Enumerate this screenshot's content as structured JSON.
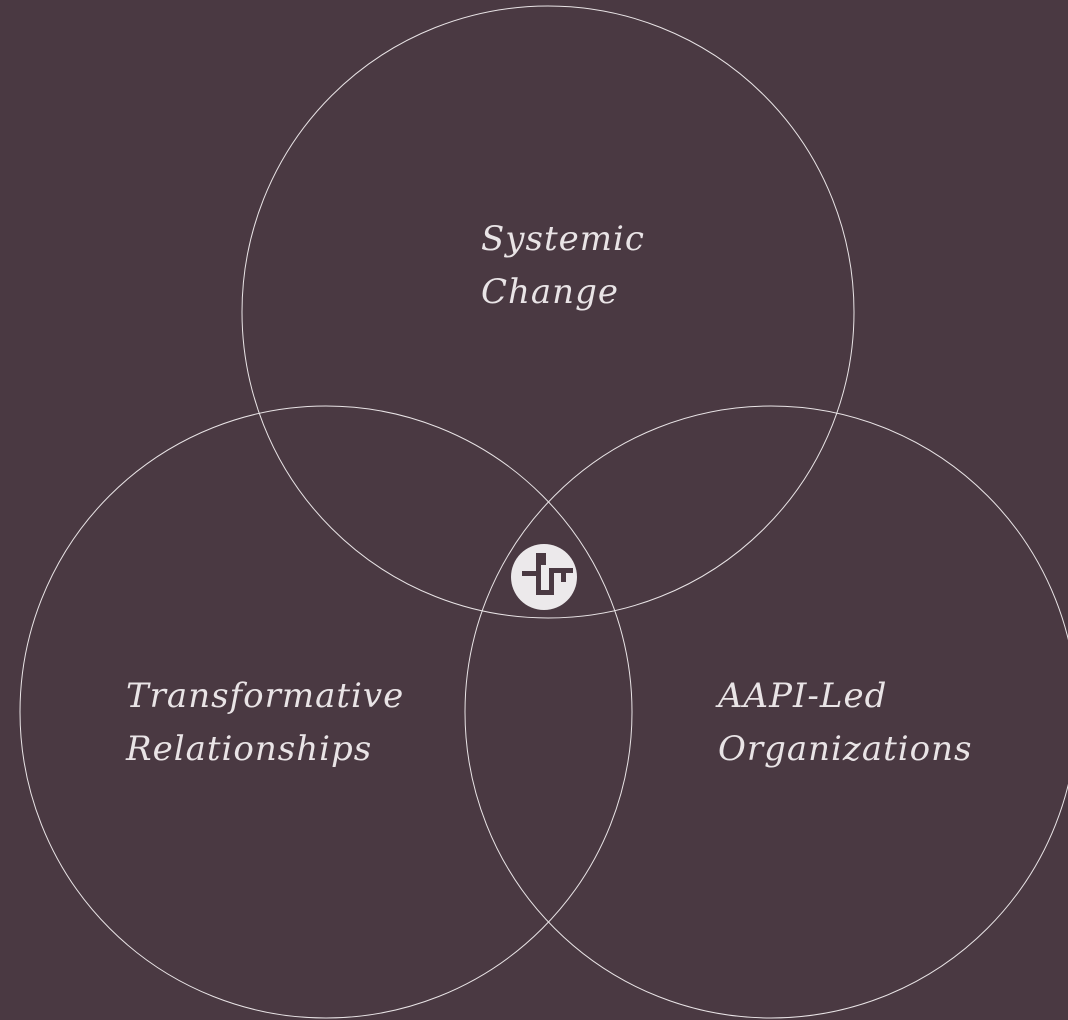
{
  "diagram": {
    "circles": [
      {
        "id": "systemic-change",
        "lines": [
          "Systemic",
          "Change"
        ]
      },
      {
        "id": "transformative-relationships",
        "lines": [
          "Transformative",
          "Relationships"
        ]
      },
      {
        "id": "aapi-led-organizations",
        "lines": [
          "AAPI-Led",
          "Organizations"
        ]
      }
    ],
    "center_logo": "brand-logo-icon"
  },
  "colors": {
    "background": "#4a3942",
    "stroke": "#e9e4e6",
    "text": "#e9e4e6",
    "logo": "#ece9eb"
  }
}
